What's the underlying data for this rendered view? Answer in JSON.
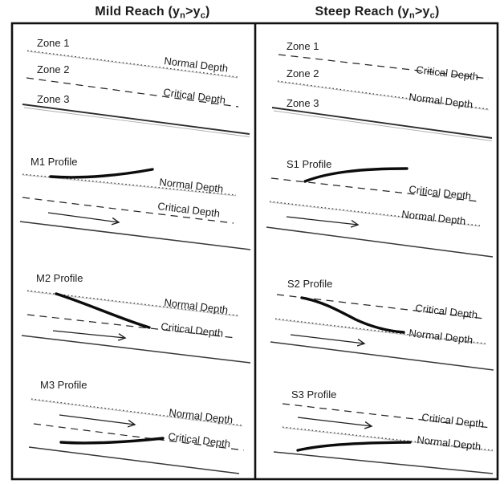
{
  "diagram": {
    "left": {
      "title": {
        "pre": "Mild Reach (y",
        "sub_n": "n",
        "mid": ">y",
        "sub_c": "c",
        "post": ")"
      },
      "zones": {
        "zone1": "Zone 1",
        "zone2": "Zone 2",
        "zone3": "Zone 3",
        "upper_line_label": "Normal Depth",
        "lower_line_label": "Critical Depth"
      },
      "profiles": [
        {
          "name": "M1 Profile",
          "upper_line_label": "Normal Depth",
          "lower_line_label": "Critical Depth"
        },
        {
          "name": "M2 Profile",
          "upper_line_label": "Normal Depth",
          "lower_line_label": "Critical Depth"
        },
        {
          "name": "M3 Profile",
          "upper_line_label": "Normal Depth",
          "lower_line_label": "Critical Depth"
        }
      ]
    },
    "right": {
      "title": {
        "pre": "Steep Reach (y",
        "sub_n": "n",
        "mid": ">y",
        "sub_c": "c",
        "post": ")"
      },
      "zones": {
        "zone1": "Zone 1",
        "zone2": "Zone 2",
        "zone3": "Zone 3",
        "upper_line_label": "Critical Depth",
        "lower_line_label": "Normal Depth"
      },
      "profiles": [
        {
          "name": "S1 Profile",
          "upper_line_label": "Critical Depth",
          "lower_line_label": "Normal Depth"
        },
        {
          "name": "S2 Profile",
          "upper_line_label": "Critical Depth",
          "lower_line_label": "Normal Depth"
        },
        {
          "name": "S3 Profile",
          "upper_line_label": "Critical Depth",
          "lower_line_label": "Normal Depth"
        }
      ]
    },
    "colors": {
      "ink": "#1c1c1c",
      "line": "#2b2b2b",
      "ghost": "#c0c0c0",
      "background": "#ffffff"
    }
  }
}
